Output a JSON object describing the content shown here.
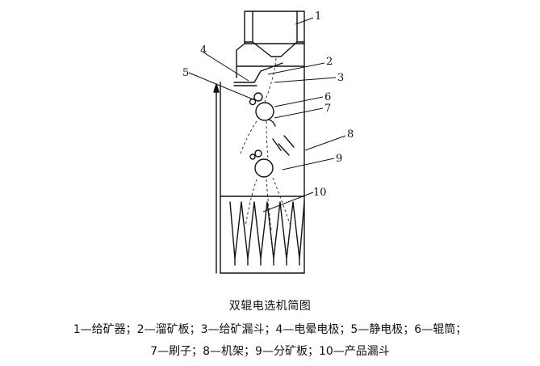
{
  "figure": {
    "title": "双辊电选机简图",
    "legend_line_1": "1—给矿器；2—溜矿板；3—给矿漏斗；4—电晕电极；5—静电极；6—辊筒；",
    "legend_line_2": "7—刷子；8—机架；9—分矿板；10—产品漏斗"
  },
  "callouts": [
    {
      "id": "label-1",
      "text": "1"
    },
    {
      "id": "label-2",
      "text": "2"
    },
    {
      "id": "label-3",
      "text": "3"
    },
    {
      "id": "label-4",
      "text": "4"
    },
    {
      "id": "label-5",
      "text": "5"
    },
    {
      "id": "label-6",
      "text": "6"
    },
    {
      "id": "label-7",
      "text": "7"
    },
    {
      "id": "label-8",
      "text": "8"
    },
    {
      "id": "label-9",
      "text": "9"
    },
    {
      "id": "label-10",
      "text": "10"
    }
  ]
}
